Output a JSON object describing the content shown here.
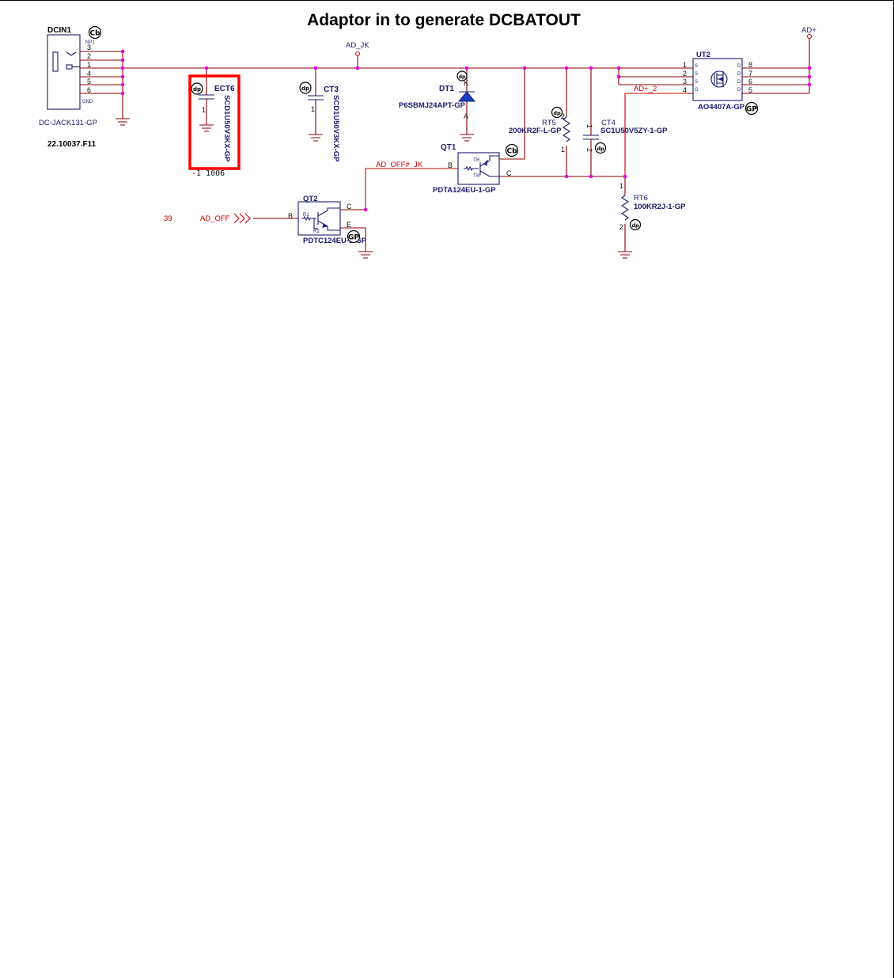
{
  "title": "Adaptor in to generate DCBATOUT",
  "connector": {
    "ref": "DCIN1",
    "part": "DC-JACK131-GP",
    "code": "22.10037.F11",
    "badge": "Cb",
    "pins": [
      "NP1",
      "3",
      "2",
      "1",
      "4",
      "5",
      "6"
    ],
    "gnd_label": "GND"
  },
  "capacitors": {
    "ect6": {
      "ref": "ECT6",
      "part": "SCD1U50V3KX-GP",
      "note": "-1 1006",
      "badge": "dp",
      "pin": "1"
    },
    "ct3": {
      "ref": "CT3",
      "part": "SCD1U50V3KX-GP",
      "badge": "dp",
      "pin": "1"
    },
    "ct4": {
      "ref": "CT4",
      "part": "SC1U50V5ZY-1-GP",
      "badge": "dp",
      "pin_top": "1",
      "pin_bot": "2"
    }
  },
  "diode": {
    "ref": "DT1",
    "part": "P6SBMJ24APT-GP",
    "pin_k": "K",
    "pin_a": "A",
    "badge": "dp"
  },
  "resistors": {
    "rt5": {
      "ref": "RT5",
      "part": "200KR2F-L-GP",
      "badge": "dp",
      "pin_top": "2",
      "pin_bot": "1"
    },
    "rt6": {
      "ref": "RT6",
      "part": "100KR2J-1-GP",
      "badge": "dp",
      "pin_top": "1",
      "pin_bot": "2"
    }
  },
  "transistors": {
    "qt1": {
      "ref": "QT1",
      "part": "PDTA124EU-1-GP",
      "badge": "Cb",
      "pin_b": "B",
      "pin_c": "C",
      "r1": "R1",
      "r2": "R2"
    },
    "qt2": {
      "ref": "QT2",
      "part": "PDTC124EU-1-GP",
      "badge": "GP",
      "pin_b": "B",
      "pin_c": "C",
      "pin_e": "E",
      "r1": "R1",
      "r2": "R2"
    }
  },
  "mosfet": {
    "ref": "UT2",
    "part": "AO4407A-GP",
    "badge": "GP",
    "left_pins": [
      "1",
      "2",
      "3",
      "4"
    ],
    "left_labels": [
      "S",
      "S",
      "S",
      "G"
    ],
    "right_pins": [
      "8",
      "7",
      "6",
      "5"
    ],
    "right_labels": [
      "D",
      "D",
      "D",
      "D"
    ]
  },
  "nets": {
    "ad_jk": "AD_JK",
    "ad_plus": "AD+",
    "ad_plus_2": "AD+_2",
    "ad_off_n_jk": "AD_OFF#_JK",
    "ad_off": "AD_OFF",
    "ad_off_page": "39"
  },
  "colors": {
    "wire": "#8b0000",
    "net_label": "#cc0000",
    "junction": "#e600e6",
    "component": "#1a1a6e",
    "highlight": "#ff0000"
  }
}
